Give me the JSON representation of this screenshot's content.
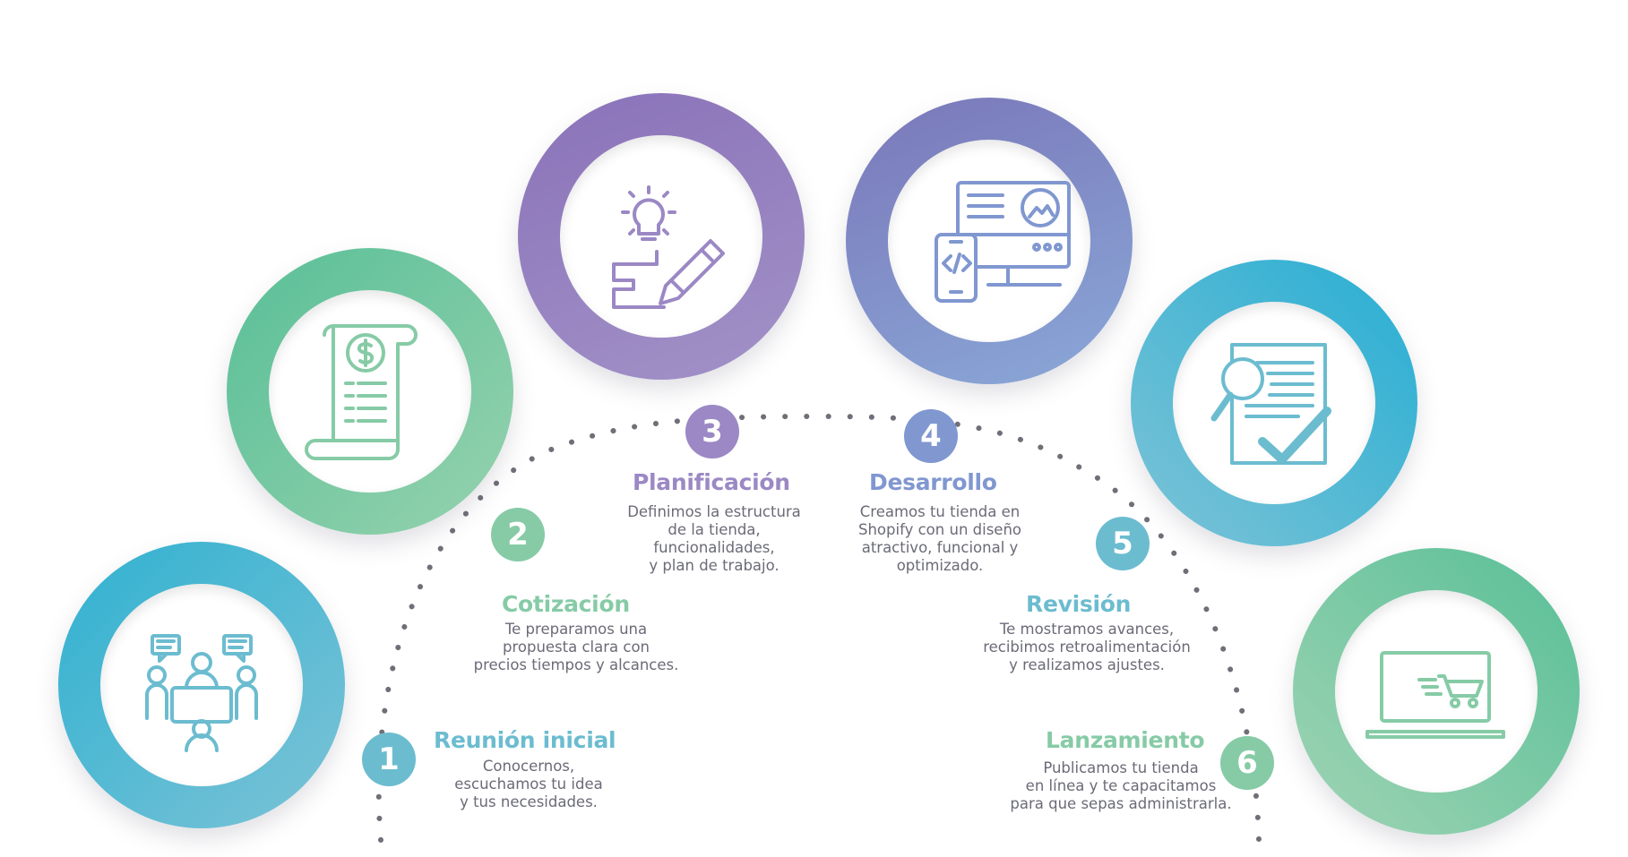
{
  "steps": [
    {
      "number": "1",
      "title": "Reunión inicial",
      "description": "Conocernos,\nescuchamos tu idea\ny tus  necesidades.",
      "icon": "meeting-icon",
      "color": "#6cbcd0"
    },
    {
      "number": "2",
      "title": "Cotización",
      "description": "Te preparamos una\npropuesta clara con\nprecios tiempos y alcances.",
      "icon": "invoice-icon",
      "color": "#86cba6"
    },
    {
      "number": "3",
      "title": "Planificación",
      "description": "Definimos la estructura\nde la tienda,\nfuncionalidades,\ny plan de trabajo.",
      "icon": "idea-pencil-icon",
      "color": "#9b88c4"
    },
    {
      "number": "4",
      "title": "Desarrollo",
      "description": "Creamos tu tienda en\nShopify con un diseño\natractivo, funcional y\noptimizado.",
      "icon": "web-development-icon",
      "color": "#8097d0"
    },
    {
      "number": "5",
      "title": "Revisión",
      "description": "Te mostramos avances,\nrecibimos retroalimentación\ny realizamos ajustes.",
      "icon": "document-review-icon",
      "color": "#6cbcd0"
    },
    {
      "number": "6",
      "title": "Lanzamiento",
      "description": "Publicamos tu tienda\nen línea y te capacitamos\npara que sepas administrarla.",
      "icon": "laptop-cart-icon",
      "color": "#86cba6"
    }
  ],
  "colors": {
    "path_dots": "#6f6f78",
    "description_text": "#6b6b78"
  }
}
